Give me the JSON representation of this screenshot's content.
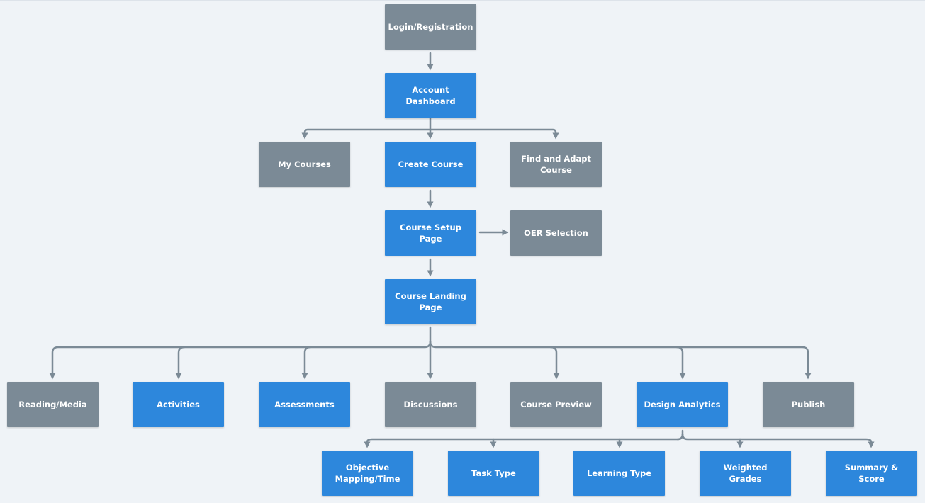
{
  "colors": {
    "blue": "#2d87dc",
    "gray": "#7b8a96",
    "connector": "#7b8a96",
    "background": "#eff3f7"
  },
  "nodes": {
    "login": "Login/Registration",
    "dashboard": "Account Dashboard",
    "my_courses": "My Courses",
    "create_course": "Create Course",
    "find_adapt": "Find and Adapt Course",
    "setup": "Course Setup Page",
    "oer": "OER Selection",
    "landing": "Course Landing Page",
    "reading": "Reading/Media",
    "activities": "Activities",
    "assessments": "Assessments",
    "discussions": "Discussions",
    "preview": "Course Preview",
    "analytics": "Design Analytics",
    "publish": "Publish",
    "objective": "Objective Mapping/Time",
    "task_type": "Task Type",
    "learning_type": "Learning Type",
    "weighted": "Weighted Grades",
    "summary": "Summary & Score"
  },
  "edges": [
    [
      "login",
      "dashboard"
    ],
    [
      "dashboard",
      "my_courses"
    ],
    [
      "dashboard",
      "create_course"
    ],
    [
      "dashboard",
      "find_adapt"
    ],
    [
      "create_course",
      "setup"
    ],
    [
      "setup",
      "oer"
    ],
    [
      "setup",
      "landing"
    ],
    [
      "landing",
      "reading"
    ],
    [
      "landing",
      "activities"
    ],
    [
      "landing",
      "assessments"
    ],
    [
      "landing",
      "discussions"
    ],
    [
      "landing",
      "preview"
    ],
    [
      "landing",
      "analytics"
    ],
    [
      "landing",
      "publish"
    ],
    [
      "analytics",
      "objective"
    ],
    [
      "analytics",
      "task_type"
    ],
    [
      "analytics",
      "learning_type"
    ],
    [
      "analytics",
      "weighted"
    ],
    [
      "analytics",
      "summary"
    ]
  ]
}
